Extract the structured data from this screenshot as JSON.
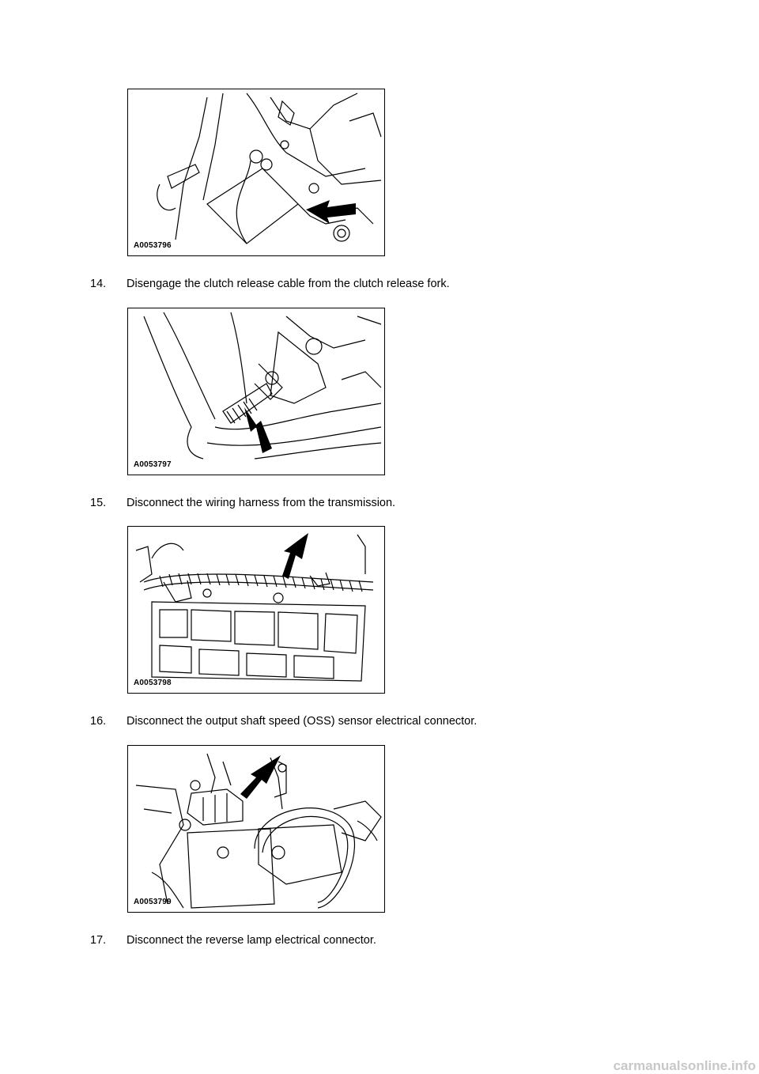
{
  "figures": [
    {
      "code": "A0053796"
    },
    {
      "code": "A0053797"
    },
    {
      "code": "A0053798"
    },
    {
      "code": "A0053799"
    }
  ],
  "steps": [
    {
      "number": "14.",
      "text": "Disengage the clutch release cable from the clutch release fork."
    },
    {
      "number": "15.",
      "text": "Disconnect the wiring harness from the transmission."
    },
    {
      "number": "16.",
      "text": "Disconnect the output shaft speed (OSS) sensor electrical connector."
    },
    {
      "number": "17.",
      "text": "Disconnect the reverse lamp electrical connector."
    }
  ],
  "watermark": "carmanualsonline.info"
}
